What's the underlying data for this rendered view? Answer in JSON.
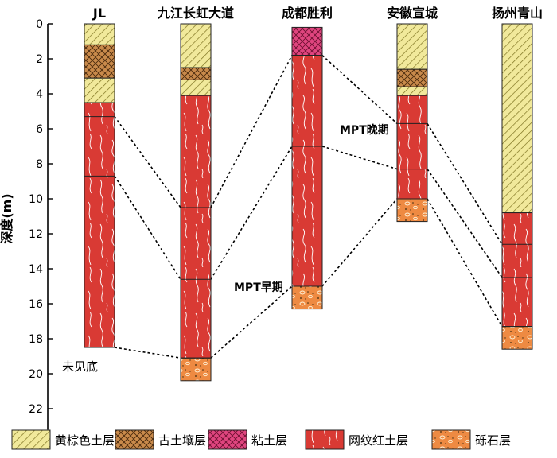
{
  "axis": {
    "label": "深度(m)",
    "ticks": [
      0,
      2,
      4,
      6,
      8,
      10,
      12,
      14,
      16,
      18,
      20,
      22
    ]
  },
  "columns": [
    {
      "name": "JL",
      "layers": [
        {
          "type": "yellow",
          "top": 0,
          "bottom": 1.2
        },
        {
          "type": "paleosol",
          "top": 1.2,
          "bottom": 3.1
        },
        {
          "type": "yellow",
          "top": 3.1,
          "bottom": 4.5
        },
        {
          "type": "red",
          "top": 4.5,
          "bottom": 18.5
        }
      ],
      "markers": [
        5.3,
        8.7,
        18.5
      ]
    },
    {
      "name": "九江长虹大道",
      "layers": [
        {
          "type": "yellow",
          "top": 0,
          "bottom": 2.5
        },
        {
          "type": "paleosol",
          "top": 2.5,
          "bottom": 3.2
        },
        {
          "type": "yellow",
          "top": 3.2,
          "bottom": 4.1
        },
        {
          "type": "red",
          "top": 4.1,
          "bottom": 19.1
        },
        {
          "type": "gravel",
          "top": 19.1,
          "bottom": 20.4
        }
      ],
      "markers": [
        10.5,
        14.6,
        19.1
      ]
    },
    {
      "name": "成都胜利",
      "layers": [
        {
          "type": "clay",
          "top": 0.2,
          "bottom": 1.8
        },
        {
          "type": "red",
          "top": 1.8,
          "bottom": 15.0
        },
        {
          "type": "gravel",
          "top": 15.0,
          "bottom": 16.3
        }
      ],
      "markers": [
        1.8,
        7.0,
        15.0
      ]
    },
    {
      "name": "安徽宣城",
      "layers": [
        {
          "type": "yellow",
          "top": 0,
          "bottom": 2.6
        },
        {
          "type": "paleosol",
          "top": 2.6,
          "bottom": 3.6
        },
        {
          "type": "yellow",
          "top": 3.6,
          "bottom": 4.1
        },
        {
          "type": "red",
          "top": 4.1,
          "bottom": 10.0
        },
        {
          "type": "gravel",
          "top": 10.0,
          "bottom": 11.3
        }
      ],
      "markers": [
        5.7,
        8.3,
        10.0
      ]
    },
    {
      "name": "扬州青山",
      "layers": [
        {
          "type": "yellow",
          "top": 0,
          "bottom": 10.8
        },
        {
          "type": "red",
          "top": 10.8,
          "bottom": 17.3
        },
        {
          "type": "gravel",
          "top": 17.3,
          "bottom": 18.6
        }
      ],
      "markers": [
        12.6,
        14.5,
        17.3
      ]
    }
  ],
  "correlations": [
    {
      "from": 0,
      "to": 1,
      "pairs": [
        [
          5.3,
          10.5
        ],
        [
          8.7,
          14.6
        ],
        [
          18.5,
          19.1
        ]
      ]
    },
    {
      "from": 1,
      "to": 2,
      "pairs": [
        [
          10.5,
          1.8
        ],
        [
          14.6,
          7.0
        ],
        [
          19.1,
          15.0
        ]
      ]
    },
    {
      "from": 2,
      "to": 3,
      "pairs": [
        [
          1.8,
          5.7
        ],
        [
          7.0,
          8.3
        ],
        [
          15.0,
          10.0
        ]
      ]
    },
    {
      "from": 3,
      "to": 4,
      "pairs": [
        [
          5.7,
          12.6
        ],
        [
          8.3,
          14.5
        ],
        [
          10.0,
          17.3
        ]
      ]
    }
  ],
  "annotations": {
    "mpt_late": "MPT晚期",
    "mpt_early": "MPT早期",
    "no_bottom": "未见底"
  },
  "legend": [
    {
      "type": "yellow",
      "label": "黄棕色土层"
    },
    {
      "type": "paleosol",
      "label": "古土壤层"
    },
    {
      "type": "clay",
      "label": "粘土层"
    },
    {
      "type": "red",
      "label": "网纹红土层"
    },
    {
      "type": "gravel",
      "label": "砾石层"
    }
  ],
  "colors": {
    "yellow_bg": "#f1e99b",
    "yellow_line": "#7d7220",
    "paleosol_bg": "#c98a4b",
    "paleosol_line": "#4a2a0d",
    "clay_bg": "#e0457f",
    "clay_line": "#6d1030",
    "red": "#d93a34",
    "gravel_bg": "#ee8a42",
    "gravel_mark": "#fff2d8"
  }
}
